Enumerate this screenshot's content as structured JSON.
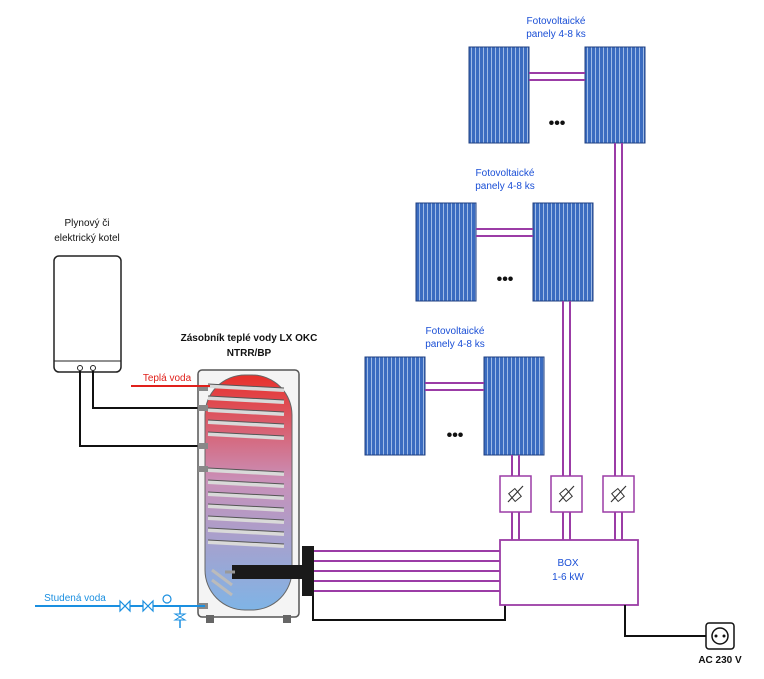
{
  "boiler": {
    "label_line1": "Plynový či",
    "label_line2": "elektrický kotel"
  },
  "tank": {
    "label_line1": "Zásobník teplé vody LX OKC",
    "label_line2": "NTRR/BP"
  },
  "hot_water": {
    "label": "Teplá voda",
    "color": "#e0201b"
  },
  "cold_water": {
    "label": "Studená voda",
    "color": "#1a8fe0"
  },
  "pv_groups": [
    {
      "label_line1": "Fotovoltaické",
      "label_line2": "panely 4-8 ks",
      "ellipsis": "•••"
    },
    {
      "label_line1": "Fotovoltaické",
      "label_line2": "panely 4-8 ks",
      "ellipsis": "•••"
    },
    {
      "label_line1": "Fotovoltaické",
      "label_line2": "panely 4-8 ks",
      "ellipsis": "•••"
    }
  ],
  "box": {
    "label_line1": "BOX",
    "label_line2": "1-6 kW"
  },
  "socket": {
    "label": "AC 230 V"
  },
  "colors": {
    "cable": "#9b3ca6",
    "box_stroke": "#9b3ca6",
    "panel_fill": "#2f5fb0",
    "label_blue": "#1a4fd6",
    "pipe": "#111111"
  }
}
